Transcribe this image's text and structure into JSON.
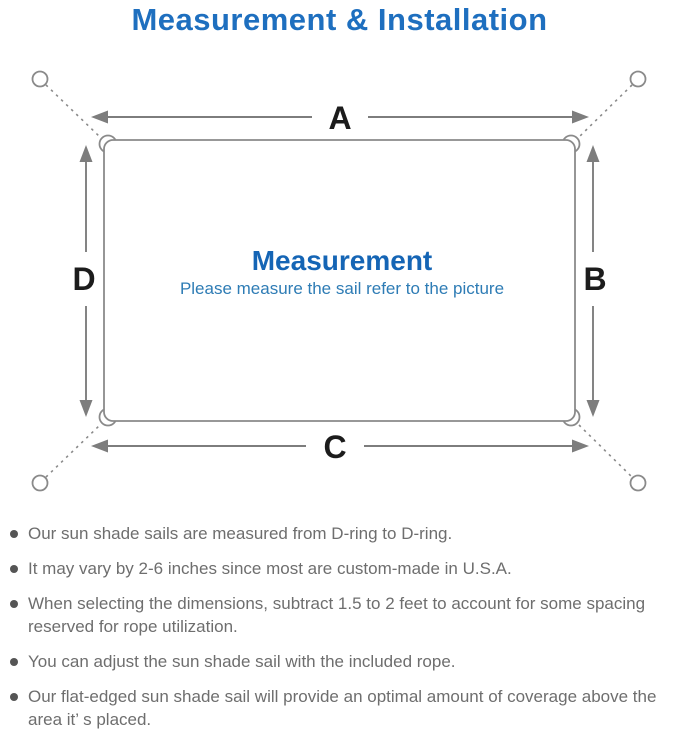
{
  "title": "Measurement & Installation",
  "diagram": {
    "side_labels": {
      "top": "A",
      "right": "B",
      "bottom": "C",
      "left": "D"
    },
    "center_heading": "Measurement",
    "center_subtitle": "Please measure the sail refer to the picture"
  },
  "bullets": [
    "Our sun shade sails are measured from D-ring to D-ring.",
    "It may vary by 2-6 inches since most are custom-made in U.S.A.",
    "When selecting the dimensions, subtract 1.5 to 2 feet to account for some spacing reserved for rope utilization.",
    "You can adjust the sun shade sail with the included rope.",
    "Our flat-edged sun shade sail will provide an optimal amount of coverage above the area it’ s placed."
  ],
  "colors": {
    "title_blue": "#1e6fbf",
    "heading_blue": "#1565b5",
    "subtitle_blue": "#2e7cb5",
    "line_gray": "#8a8a8a",
    "arrow_gray": "#7d7d7d",
    "label_black": "#1c1c1c",
    "bullet_gray": "#6e6e6e",
    "dot_gray": "#555555"
  }
}
